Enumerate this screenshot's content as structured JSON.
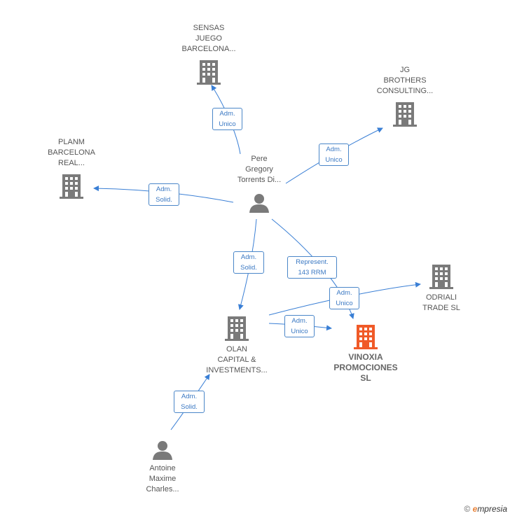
{
  "nodes": {
    "sensas": {
      "label": "SENSAS\nJUEGO\nBARCELONA...",
      "type": "company"
    },
    "jg": {
      "label": "JG\nBROTHERS\nCONSULTING...",
      "type": "company"
    },
    "planm": {
      "label": "PLANM\nBARCELONA\nREAL...",
      "type": "company"
    },
    "pere": {
      "label": "Pere\nGregory\nTorrents Di...",
      "type": "person"
    },
    "odriali": {
      "label": "ODRIALI\nTRADE  SL",
      "type": "company"
    },
    "olan": {
      "label": "OLAN\nCAPITAL &\nINVESTMENTS...",
      "type": "company"
    },
    "vinoxia": {
      "label": "VINOXIA\nPROMOCIONES\nSL",
      "type": "company-focal"
    },
    "antoine": {
      "label": "Antoine\nMaxime\nCharles...",
      "type": "person"
    }
  },
  "edges": {
    "pere_sensas": "Adm.\nUnico",
    "pere_jg": "Adm.\nUnico",
    "pere_planm": "Adm.\nSolid.",
    "pere_olan": "Adm.\nSolid.",
    "pere_vinoxia": "Represent.\n143 RRM",
    "olan_odriali": "Adm.\nUnico",
    "olan_vinoxia": "Adm.\nUnico",
    "antoine_olan": "Adm.\nSolid."
  },
  "colors": {
    "edge": "#3a7fd5",
    "icon": "#7a7a7a",
    "focal": "#f05a28"
  },
  "footer": {
    "copyright": "©",
    "brand_e": "e",
    "brand_rest": "mpresia"
  }
}
